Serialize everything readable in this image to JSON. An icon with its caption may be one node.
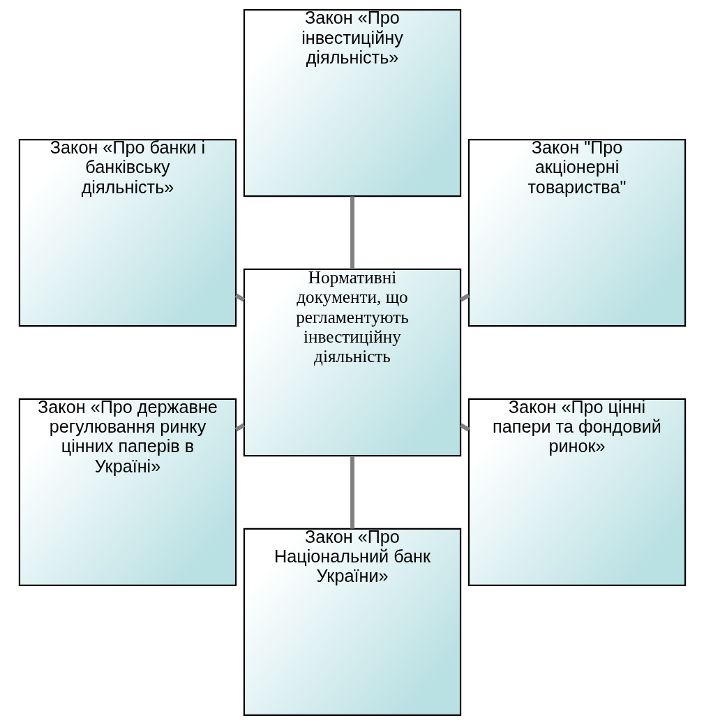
{
  "diagram": {
    "nodes": [
      {
        "text": [
          "Закон \"Про акціонерні товариства\""
        ]
      },
      {
        "text": [
          "Закон «Про інвестиційну діяльність»"
        ]
      },
      {
        "text": [
          "Закон «Про банки і банківську діяльність»"
        ]
      },
      {
        "text": [
          "Нормативні документи, що регламентують інвестиційну діяльність"
        ]
      },
      {
        "text": [
          "Закон «Про державне регулювання ринку цінних паперів в Україні»"
        ]
      },
      {
        "text": [
          "Закон «Про Національний банк України»"
        ]
      },
      {
        "text": [
          "Закон «Про цінні папери та фондовий ринок»"
        ]
      }
    ],
    "edges": [
      {
        "from": 3,
        "to": 0,
        "arrow": "none"
      },
      {
        "from": 3,
        "to": 1,
        "arrow": "none"
      },
      {
        "from": 3,
        "to": 2,
        "arrow": "none"
      },
      {
        "from": 3,
        "to": 4,
        "arrow": "none"
      },
      {
        "from": 3,
        "to": 5,
        "arrow": "none"
      },
      {
        "from": 3,
        "to": 6,
        "arrow": "none"
      }
    ]
  }
}
